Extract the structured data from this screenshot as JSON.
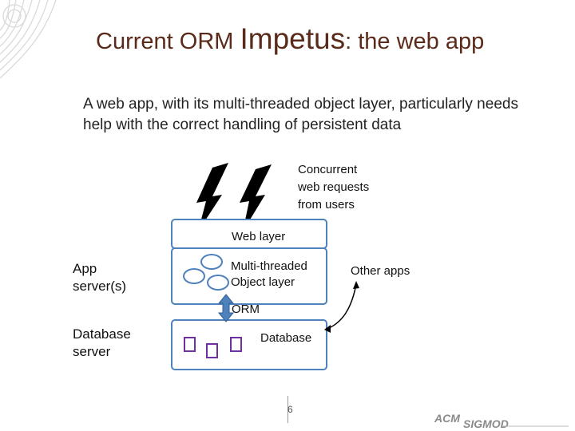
{
  "title": {
    "part1": "Current ORM ",
    "part2": "Impetus",
    "part3": ": the web app"
  },
  "subtitle": "A web app, with its multi-threaded object layer, particularly needs help with the correct handling  of persistent data",
  "concurrent": [
    "Concurrent",
    "web requests",
    "from users"
  ],
  "diagram": {
    "web_layer": "Web layer",
    "object_layer": [
      "Multi-threaded",
      "Object layer"
    ],
    "orm": "ORM",
    "database": "Database",
    "other_apps": "Other apps"
  },
  "side_labels": {
    "app_server": [
      "App",
      "server(s)"
    ],
    "database_server": [
      "Database",
      "server"
    ]
  },
  "page_number": "6",
  "logo_text": "ACM SIGMOD",
  "colors": {
    "title": "#5a2a1a",
    "box_border": "#4f81bd",
    "db_squares": "#7030a0"
  }
}
